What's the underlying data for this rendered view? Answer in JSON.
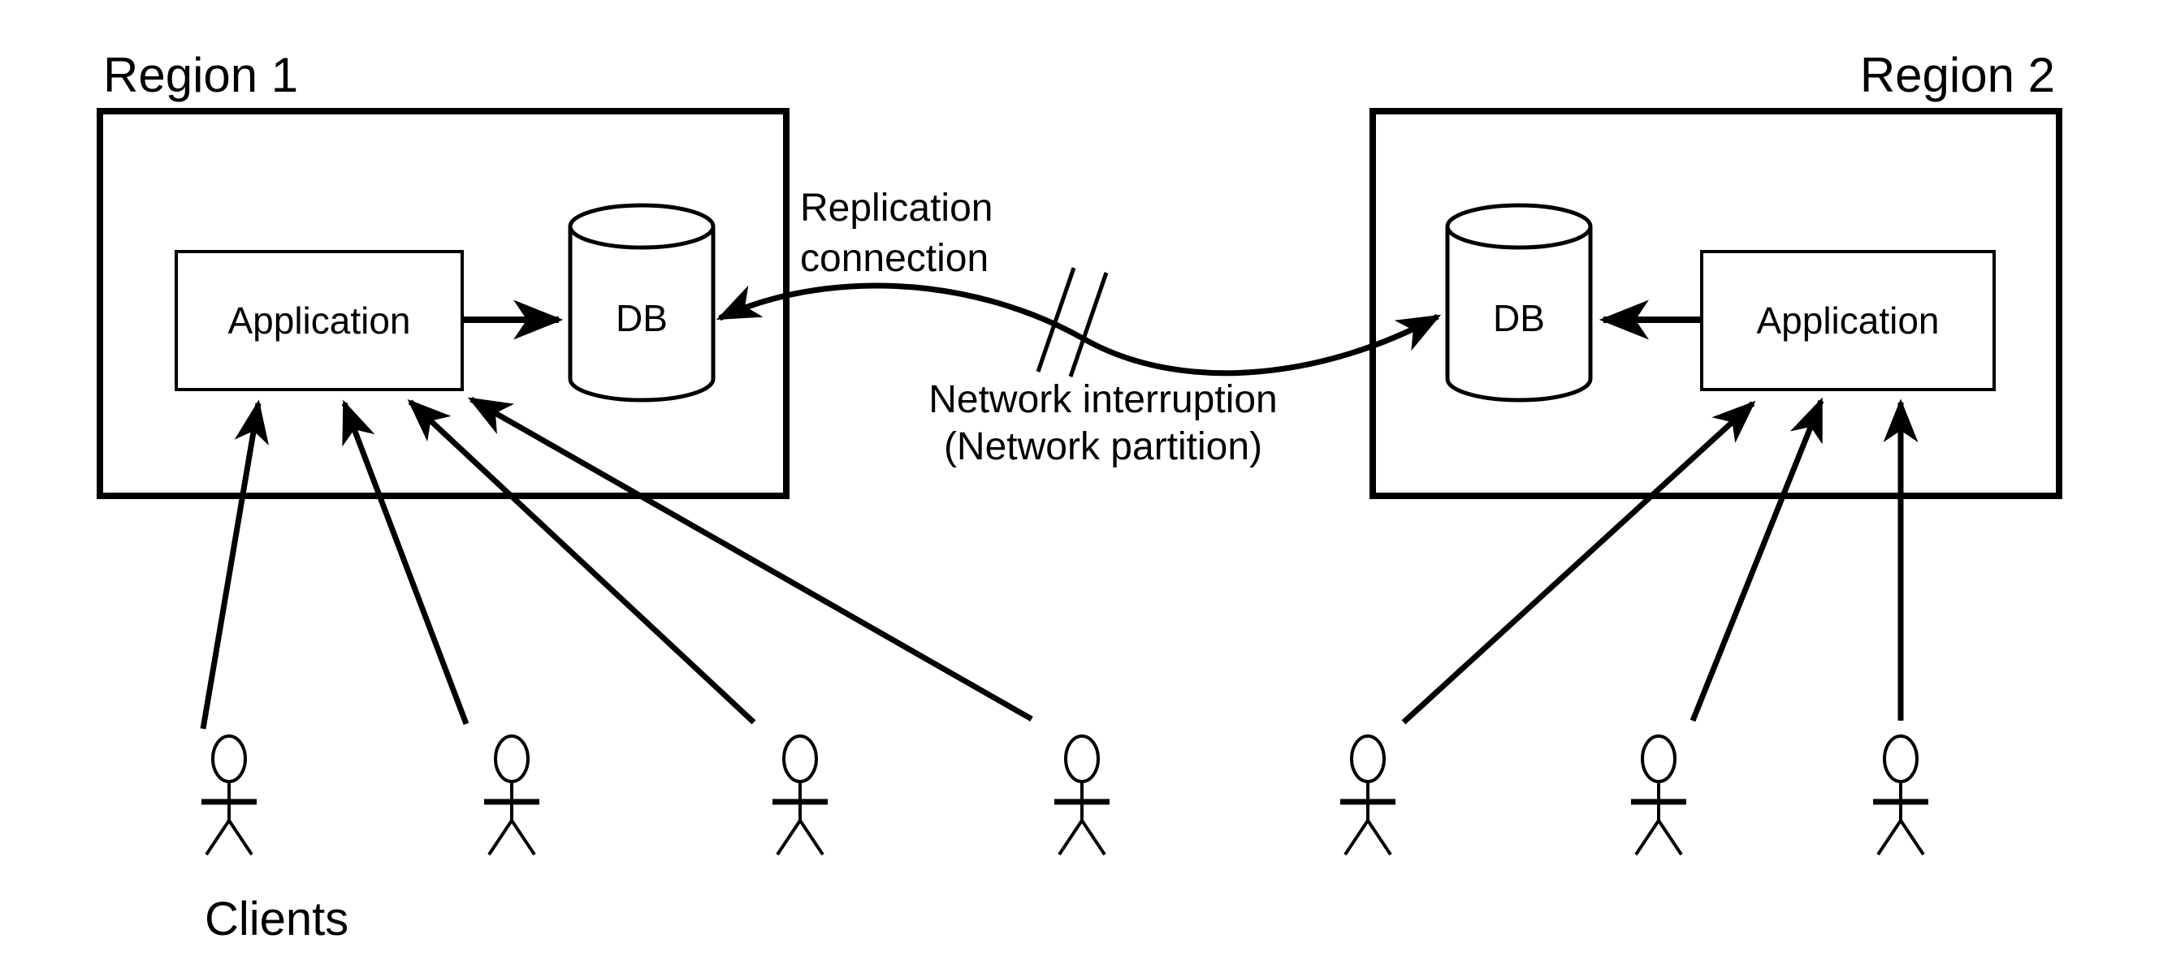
{
  "diagram": {
    "regions": [
      {
        "label": "Region 1",
        "application": "Application",
        "db": "DB"
      },
      {
        "label": "Region 2",
        "application": "Application",
        "db": "DB"
      }
    ],
    "replication_label": {
      "line1": "Replication",
      "line2": "connection"
    },
    "interruption_label": {
      "line1": "Network interruption",
      "line2": "(Network partition)"
    },
    "clients_label": "Clients",
    "client_counts": {
      "region1": 4,
      "region2": 3
    },
    "colors": {
      "ink": "#000000",
      "background": "#ffffff"
    }
  }
}
